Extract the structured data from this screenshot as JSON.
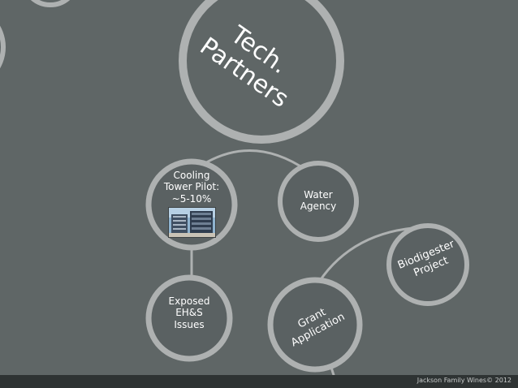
{
  "colors": {
    "background": "#5f6666",
    "ring": "#aeb1b1",
    "ring_dark": "#888c8c",
    "node_fill": "#5a6162",
    "text": "#ffffff"
  },
  "hero": {
    "line1": "Tech.",
    "line2": "Partners"
  },
  "nodes": {
    "cooling": {
      "line1": "Cooling",
      "line2": "Tower Pilot:",
      "line3": "~5-10%"
    },
    "water": {
      "line1": "Water",
      "line2": "Agency"
    },
    "biodigester": {
      "line1": "Biodigester",
      "line2": "Project"
    },
    "exposed": {
      "line1": "Exposed",
      "line2": "EH&S",
      "line3": "Issues"
    },
    "grant": {
      "line1": "Grant",
      "line2": "Application"
    }
  },
  "photo": {
    "icon": "cooling-tower-photo"
  },
  "footer": {
    "text": "Jackson Family Wines© 2012"
  }
}
